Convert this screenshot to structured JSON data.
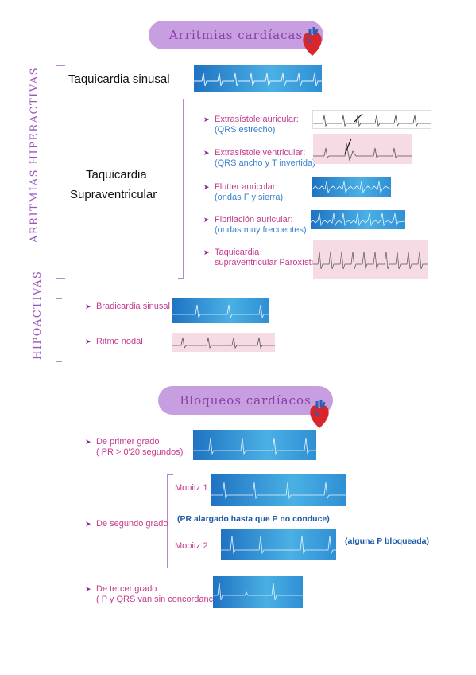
{
  "section1": {
    "title": "Arritmias cardíacas",
    "side_label_hiper": "ARRITMIAS HIPERACTIVAS",
    "side_label_hipo": "HIPOACTIVAS",
    "taquicardia_sinusal": "Taquicardia sinusal",
    "taquicardia_supra_l1": "Taquicardia",
    "taquicardia_supra_l2": "Supraventricular",
    "items": [
      {
        "l1": "Extrasístole auricular:",
        "l2": "(QRS estrecho)"
      },
      {
        "l1": "Extrasístole ventricular:",
        "l2": "(QRS ancho y T invertida)"
      },
      {
        "l1": "Flutter auricular:",
        "l2": "(ondas F y sierra)"
      },
      {
        "l1": "Fibrilación auricular:",
        "l2": "(ondas muy frecuentes)"
      },
      {
        "l1": "Taquicardia",
        "l2": "supraventricular Paroxística:"
      }
    ],
    "hipo_items": [
      {
        "l1": "Bradicardia sinusal"
      },
      {
        "l1": "Ritmo nodal"
      }
    ]
  },
  "section2": {
    "title": "Bloqueos cardíacos",
    "primer_l1": "De primer grado",
    "primer_l2": "( PR > 0'20 segundos)",
    "segundo": "De segundo grado",
    "mobitz1": "Mobitz 1",
    "mobitz2": "Mobitz 2",
    "note1": "(PR alargado hasta que P no conduce)",
    "note2": "(alguna P bloqueada)",
    "tercer_l1": "De tercer grado",
    "tercer_l2": "( P y QRS van sin concordancia)"
  },
  "colors": {
    "pill": "#c79ee0",
    "accent": "#8a2a8f",
    "pink_text": "#c43a8c",
    "blue_text": "#3a7fd0",
    "ecg_blue": "#2f8fd4",
    "ecg_pink": "#f6dbe4"
  },
  "icons": [
    "heart-icon",
    "arrow-bullet-icon"
  ]
}
